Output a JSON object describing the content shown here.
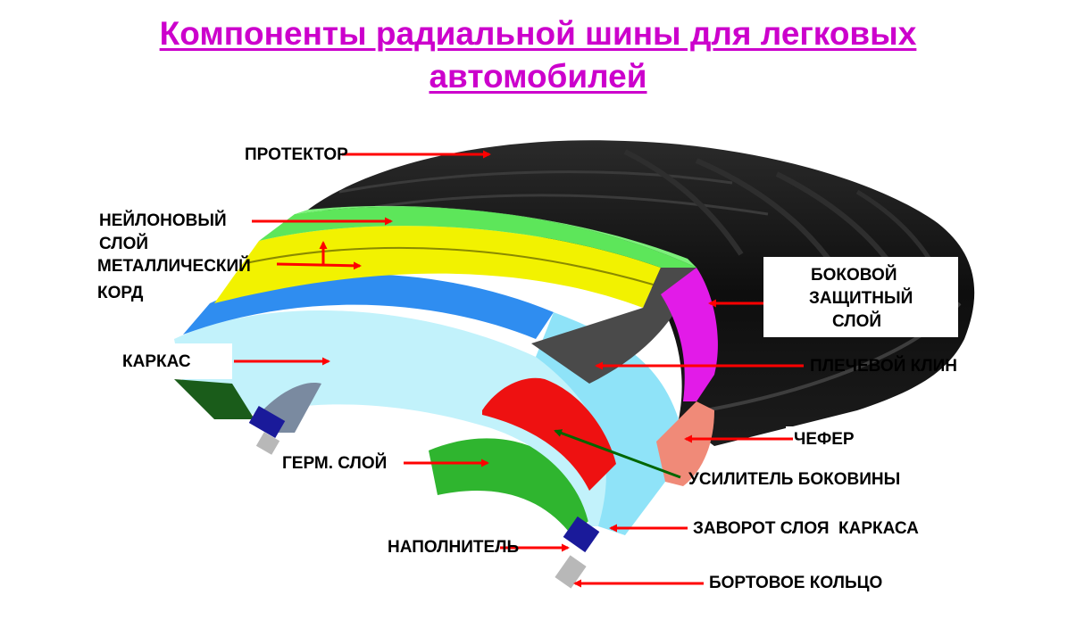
{
  "title": {
    "line1": "Компоненты радиальной шины для легковых",
    "line2": "автомобилей",
    "color": "#cc00cc"
  },
  "labels": {
    "tread": "ПРОТЕКТОР",
    "nylon_line1": "НЕЙЛОНОВЫЙ",
    "nylon_line2": "СЛОЙ",
    "steel_line1": "МЕТАЛЛИЧЕСКИЙ",
    "steel_line2": "КОРД",
    "carcass": "КАРКАС",
    "sidewall_line1": "БОКОВОЙ",
    "sidewall_line2": "ЗАЩИТНЫЙ",
    "sidewall_line3": "СЛОЙ",
    "shoulder_wedge": "ПЛЕЧЕВОЙ КЛИН",
    "chafer": "ЧЕФЕР",
    "inner_liner": "ГЕРМ. СЛОЙ",
    "sidewall_reinforcement": "УСИЛИТЕЛЬ БОКОВИНЫ",
    "carcass_turnup": "ЗАВОРОТ СЛОЯ  КАРКАСА",
    "filler": "НАПОЛНИТЕЛЬ",
    "bead_ring": "БОРТОВОЕ КОЛЬЦО"
  },
  "colors": {
    "arrow_red": "#ff0000",
    "arrow_green": "#006600",
    "tread_black": "#141414",
    "nylon_green": "#5de65a",
    "steel_yellow": "#f2f200",
    "carcass_blue": "#2f8df0",
    "carcass_light": "#c2f2fb",
    "sidewall_magenta": "#e21be8",
    "chafer_salmon": "#f08a78",
    "reinforcement_red": "#ee1111",
    "liner_green": "#2fb52f",
    "filler_navy": "#1a1a9a",
    "bead_grey": "#b8b8b8"
  }
}
